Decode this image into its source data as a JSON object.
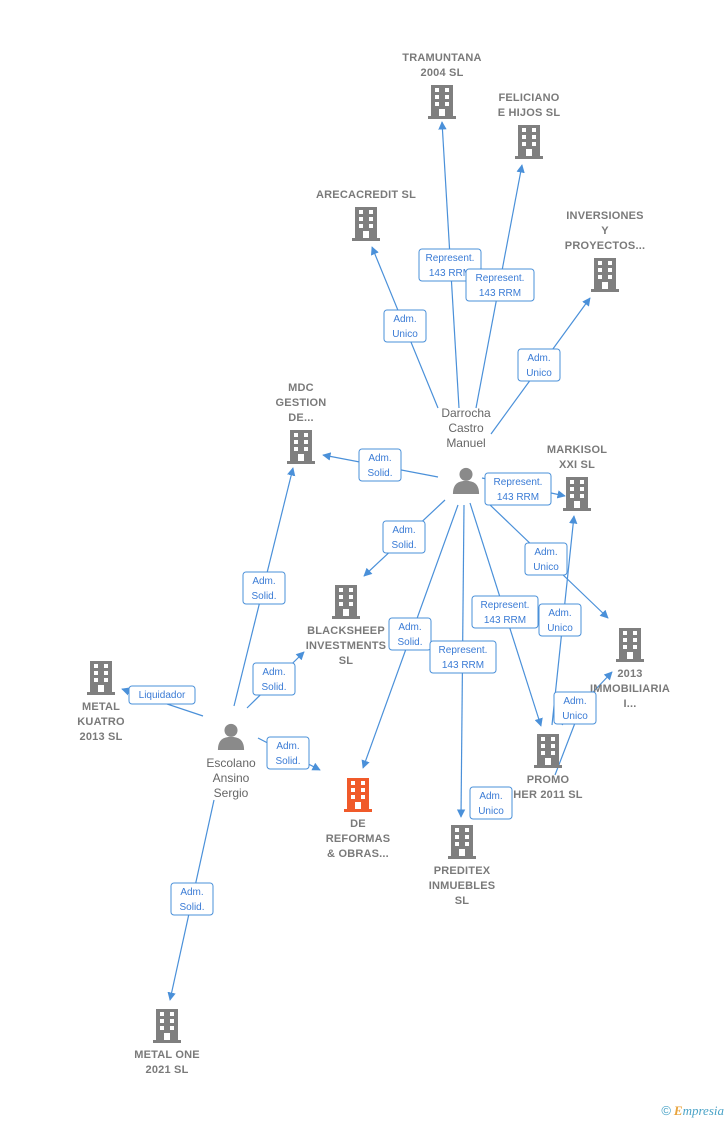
{
  "colors": {
    "company": "#7f7f7f",
    "focus": "#f05a2a",
    "person": "#8a8a8a",
    "edge": "#4a90d9",
    "edge_text": "#3a7bd5"
  },
  "companies": [
    {
      "id": "tramuntana",
      "lines": [
        "TRAMUNTANA",
        "2004 SL"
      ]
    },
    {
      "id": "feliciano",
      "lines": [
        "FELICIANO",
        "E HIJOS SL"
      ]
    },
    {
      "id": "arecacredit",
      "lines": [
        "ARECACREDIT SL"
      ]
    },
    {
      "id": "inversiones",
      "lines": [
        "INVERSIONES",
        "Y",
        "PROYECTOS..."
      ]
    },
    {
      "id": "mdc",
      "lines": [
        "MDC",
        "GESTION",
        "DE..."
      ]
    },
    {
      "id": "markisol",
      "lines": [
        "MARKISOL",
        "XXI SL"
      ]
    },
    {
      "id": "blacksheep",
      "lines": [
        "BLACKSHEEP",
        "INVESTMENTS",
        "SL"
      ]
    },
    {
      "id": "inmobiliaria2013",
      "lines": [
        "2013",
        "IMMOBILIARIA",
        "I..."
      ]
    },
    {
      "id": "metalkuatro",
      "lines": [
        "METAL",
        "KUATRO",
        "2013 SL"
      ]
    },
    {
      "id": "promo",
      "lines": [
        "PROMO",
        "HER 2011 SL"
      ]
    },
    {
      "id": "reformas",
      "lines": [
        "DE",
        "REFORMAS",
        "& OBRAS..."
      ],
      "focus": true
    },
    {
      "id": "preditex",
      "lines": [
        "PREDITEX",
        "INMUEBLES",
        "SL"
      ]
    },
    {
      "id": "metalone",
      "lines": [
        "METAL ONE",
        "2021  SL"
      ]
    }
  ],
  "persons": [
    {
      "id": "darrocha",
      "lines": [
        "Darrocha",
        "Castro",
        "Manuel"
      ]
    },
    {
      "id": "escolano",
      "lines": [
        "Escolano",
        "Ansino",
        "Sergio"
      ]
    }
  ],
  "edges": [
    {
      "from": "darrocha",
      "to": "tramuntana",
      "label": [
        "Represent.",
        "143 RRM"
      ]
    },
    {
      "from": "darrocha",
      "to": "feliciano",
      "label": [
        "Represent.",
        "143 RRM"
      ]
    },
    {
      "from": "darrocha",
      "to": "arecacredit",
      "label": [
        "Adm.",
        "Unico"
      ]
    },
    {
      "from": "darrocha",
      "to": "inversiones",
      "label": [
        "Adm.",
        "Unico"
      ]
    },
    {
      "from": "darrocha",
      "to": "mdc",
      "label": [
        "Adm.",
        "Solid."
      ]
    },
    {
      "from": "darrocha",
      "to": "markisol",
      "label": [
        "Represent.",
        "143 RRM"
      ]
    },
    {
      "from": "darrocha",
      "to": "blacksheep",
      "label": [
        "Adm.",
        "Solid."
      ]
    },
    {
      "from": "darrocha",
      "to": "inmobiliaria2013",
      "label": [
        "Adm.",
        "Unico"
      ]
    },
    {
      "from": "darrocha",
      "to": "promo",
      "label": [
        "Represent.",
        "143 RRM"
      ]
    },
    {
      "from": "darrocha",
      "to": "reformas",
      "label": [
        "Adm.",
        "Solid."
      ]
    },
    {
      "from": "darrocha",
      "to": "preditex",
      "label": [
        "Represent.",
        "143 RRM"
      ]
    },
    {
      "from": "promo",
      "to": "markisol",
      "label": [
        "Adm.",
        "Unico"
      ]
    },
    {
      "from": "preditex",
      "to": "promo",
      "label": [
        "Adm.",
        "Unico"
      ]
    },
    {
      "from": "promo",
      "to": "inmobiliaria2013",
      "label": [
        "Adm.",
        "Unico"
      ]
    },
    {
      "from": "escolano",
      "to": "mdc",
      "label": [
        "Adm.",
        "Solid."
      ]
    },
    {
      "from": "escolano",
      "to": "blacksheep",
      "label": [
        "Adm.",
        "Solid."
      ]
    },
    {
      "from": "escolano",
      "to": "metalkuatro",
      "label": [
        "Liquidador"
      ]
    },
    {
      "from": "escolano",
      "to": "reformas",
      "label": [
        "Adm.",
        "Solid."
      ]
    },
    {
      "from": "escolano",
      "to": "metalone",
      "label": [
        "Adm.",
        "Solid."
      ]
    }
  ],
  "footer": {
    "copyright": "©",
    "brand_initial": "E",
    "brand_rest": "mpresia"
  }
}
